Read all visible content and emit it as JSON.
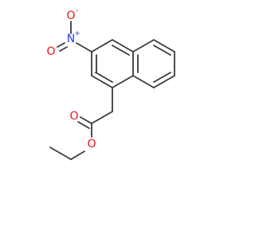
{
  "molecule": {
    "colors": {
      "bond": "#3a3a3a",
      "oxygen": "#e8141e",
      "nitrogen": "#2b3fe0"
    },
    "atoms": {
      "nitro_n": {
        "element": "N",
        "charge": "+"
      },
      "nitro_o_top": {
        "element": "O",
        "charge": "-"
      },
      "nitro_o_left": {
        "element": "O",
        "charge": ""
      },
      "carbonyl_o": {
        "element": "O",
        "charge": ""
      },
      "ester_o": {
        "element": "O",
        "charge": ""
      }
    }
  }
}
